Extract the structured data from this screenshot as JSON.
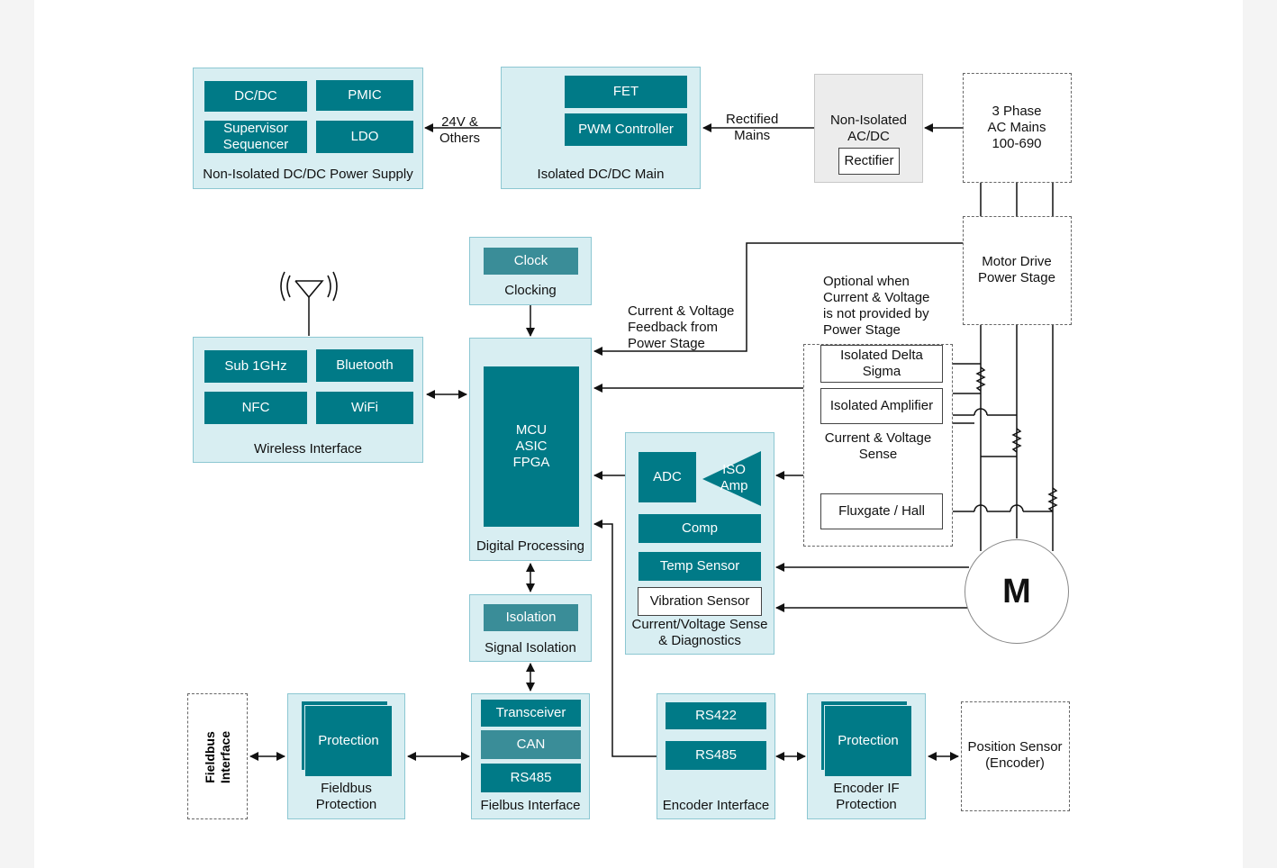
{
  "blocks": {
    "nonisolated_dcdc": {
      "title": "Non-Isolated DC/DC Power Supply",
      "chips": [
        "DC/DC",
        "PMIC",
        "Supervisor\nSequencer",
        "LDO"
      ]
    },
    "isolated_dcdc": {
      "title": "Isolated DC/DC Main",
      "chips": [
        "FET",
        "PWM Controller"
      ]
    },
    "nonisolated_acdc": {
      "title": "Non-Isolated\nAC/DC",
      "inner": "Rectifier"
    },
    "ac_mains": {
      "title": "3 Phase\nAC Mains\n100-690"
    },
    "motor_drive": {
      "title": "Motor Drive\nPower Stage"
    },
    "clocking": {
      "title": "Clocking",
      "chip": "Clock"
    },
    "digital_processing": {
      "title": "Digital Processing",
      "chip": "MCU\nASIC\nFPGA"
    },
    "wireless": {
      "title": "Wireless Interface",
      "chips": [
        "Sub 1GHz",
        "Bluetooth",
        "NFC",
        "WiFi"
      ]
    },
    "sense_optional": {
      "items": [
        "Isolated Delta\nSigma",
        "Isolated Amplifier",
        "Fluxgate / Hall"
      ],
      "caption": "Current & Voltage\nSense"
    },
    "diagnostics": {
      "title": "Current/Voltage Sense\n& Diagnostics",
      "adc": "ADC",
      "iso_amp": "ISO\nAmp",
      "comp": "Comp",
      "temp": "Temp Sensor",
      "vibration": "Vibration Sensor"
    },
    "signal_isolation": {
      "title": "Signal Isolation",
      "chip": "Isolation"
    },
    "fieldbus_interface_ext": {
      "title": "Fieldbus\nInterface"
    },
    "fieldbus_protection": {
      "title": "Fieldbus\nProtection",
      "chip": "Protection"
    },
    "fieldbus_iface": {
      "title": "Fielbus Interface",
      "chips": [
        "Transceiver",
        "CAN",
        "RS485"
      ]
    },
    "encoder_iface": {
      "title": "Encoder Interface",
      "chips": [
        "RS422",
        "RS485"
      ]
    },
    "encoder_protection": {
      "title": "Encoder IF\nProtection",
      "chip": "Protection"
    },
    "position_sensor": {
      "title": "Position Sensor\n(Encoder)"
    },
    "motor": {
      "symbol": "M"
    }
  },
  "annotations": {
    "v24": "24V &\nOthers",
    "rectified": "Rectified\nMains",
    "feedback": "Current & Voltage\nFeedback from\nPower Stage",
    "optional": "Optional when\nCurrent & Voltage\nis not provided by\nPower Stage"
  }
}
